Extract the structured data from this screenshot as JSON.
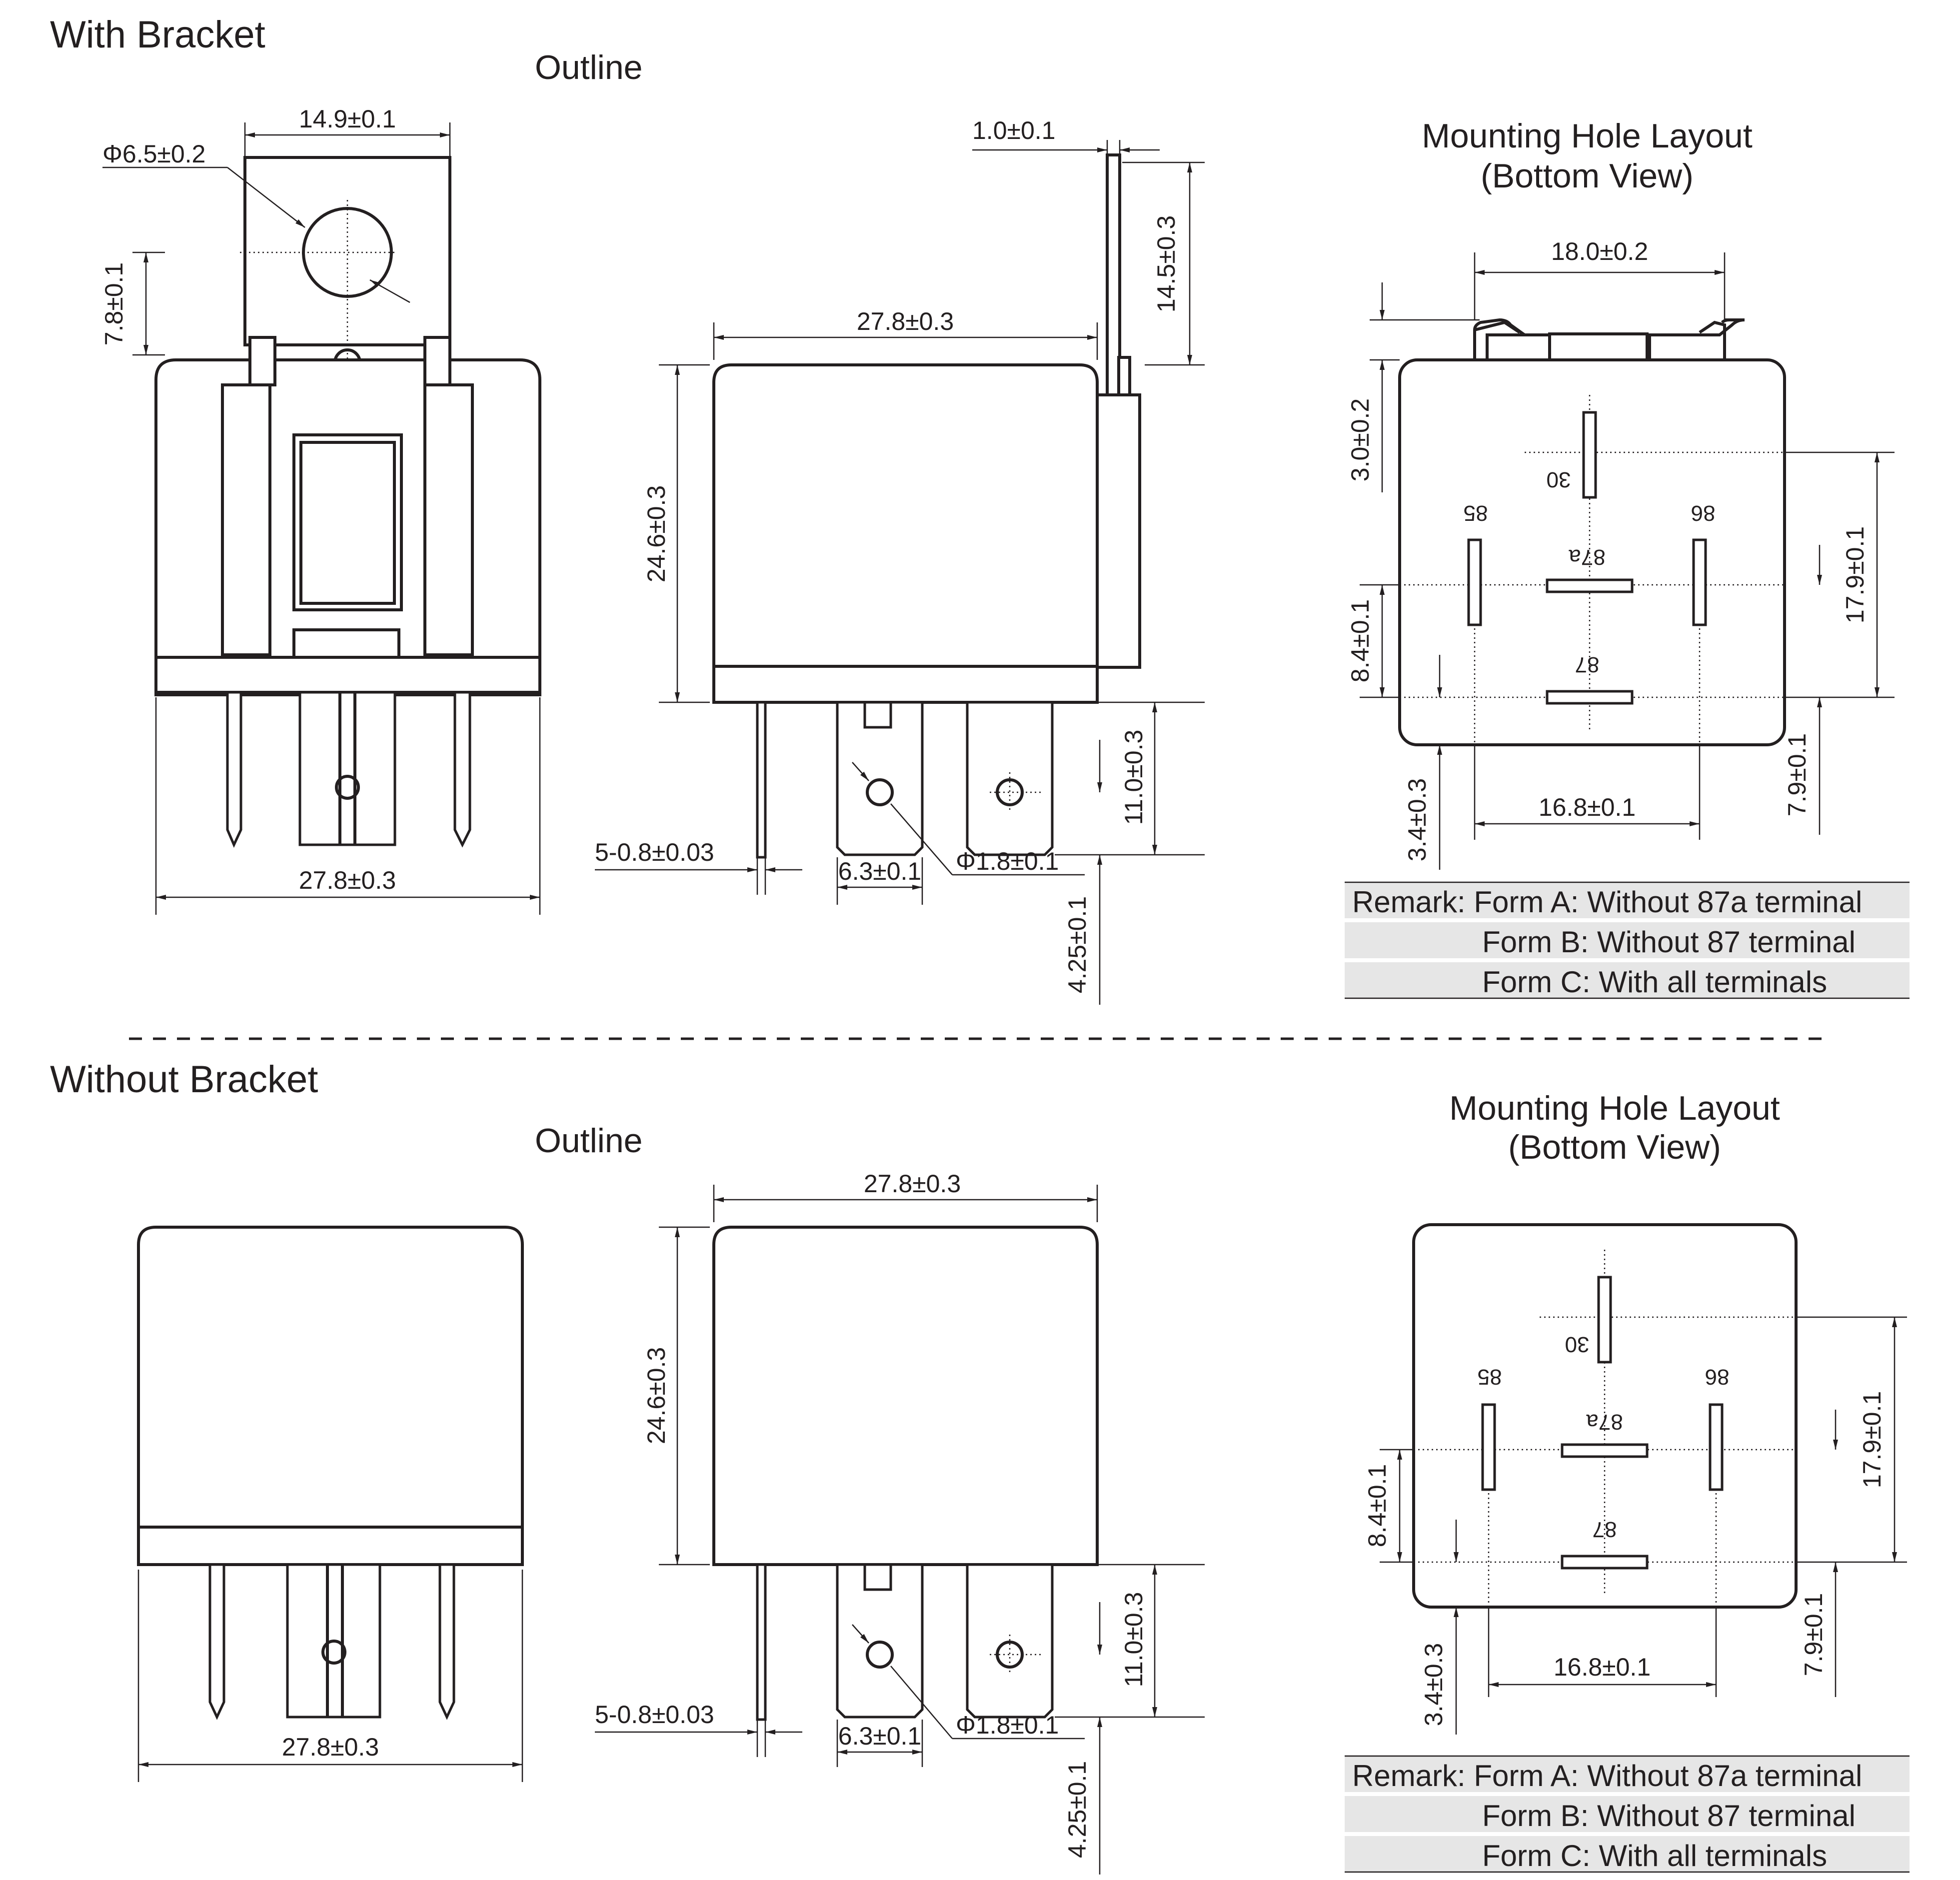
{
  "sections": {
    "with_bracket": "With Bracket",
    "without_bracket": "Without Bracket"
  },
  "outline_title": "Outline",
  "mounting": {
    "title": "Mounting Hole Layout",
    "subtitle": "(Bottom View)"
  },
  "bracket_dims": {
    "bracket_width": "14.9±0.1",
    "hole_diameter": "Φ6.5±0.2",
    "hole_height": "7.8±0.1",
    "body_width": "27.8±0.3",
    "bracket_thickness": "1.0±0.1",
    "bracket_height": "14.5±0.3"
  },
  "side_dims": {
    "length": "27.8±0.3",
    "height": "24.6±0.3",
    "pin_length": "11.0±0.3",
    "pin_thickness": "5-0.8±0.03",
    "pin_width": "6.3±0.1",
    "pin_hole": "Φ1.8±0.1",
    "hole_offset": "4.25±0.1"
  },
  "layout_dims": {
    "bracket_gap": "18.0±0.2",
    "bracket_offset": "3.0±0.2",
    "pitch_85_86": "16.8±0.1",
    "pitch_30_87": "17.9±0.1",
    "pitch_87a_87": "8.4±0.1",
    "edge_left": "3.4±0.3",
    "edge_right": "7.9±0.1"
  },
  "pins": [
    "30",
    "85",
    "86",
    "87a",
    "87"
  ],
  "remarks": [
    "Remark: Form A: Without 87a terminal",
    "Form B: Without 87 terminal",
    "Form C: With all terminals"
  ]
}
